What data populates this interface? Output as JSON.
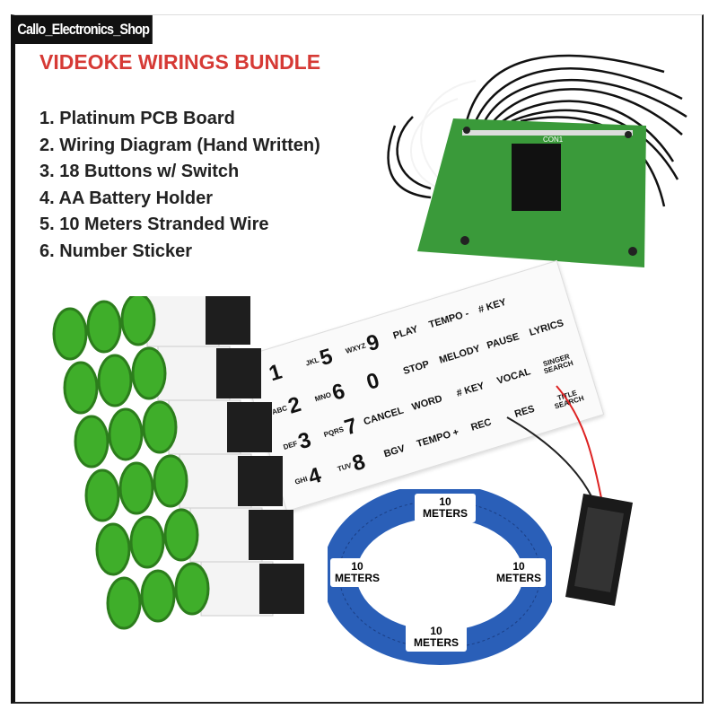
{
  "watermark": "Callo_Electronics_Shop",
  "title": "VIDEOKE WIRINGS BUNDLE",
  "items": [
    "1. Platinum PCB Board",
    "2. Wiring Diagram (Hand Written)",
    "3. 18 Buttons w/ Switch",
    "4. AA Battery Holder",
    "5. 10 Meters Stranded Wire",
    "6. Number Sticker"
  ],
  "pcb": {
    "label": "CON1",
    "color": "#3a9a3a"
  },
  "sticker": {
    "keys": [
      "1",
      "5",
      "9",
      "PLAY",
      "TEMPO -",
      "# KEY",
      "2",
      "6",
      "0",
      "STOP",
      "MELODY",
      "PAUSE",
      "LYRICS",
      "3",
      "7",
      "CANCEL",
      "WORD",
      "# KEY",
      "VOCAL",
      "SINGER SEARCH",
      "4",
      "8",
      "BGV",
      "TEMPO +",
      "REC",
      "RES",
      "TITLE SEARCH"
    ],
    "letters": [
      "ABC",
      "DEF",
      "GHI",
      "JKL",
      "MNO",
      "PQRS",
      "TUV",
      "WXYZ"
    ]
  },
  "wire": {
    "labels": [
      "10 METERS",
      "10 METERS",
      "10 METERS",
      "10 METERS"
    ],
    "color": "#2a5fb8"
  },
  "buttons": {
    "count": 18,
    "color": "#3fae2a"
  }
}
